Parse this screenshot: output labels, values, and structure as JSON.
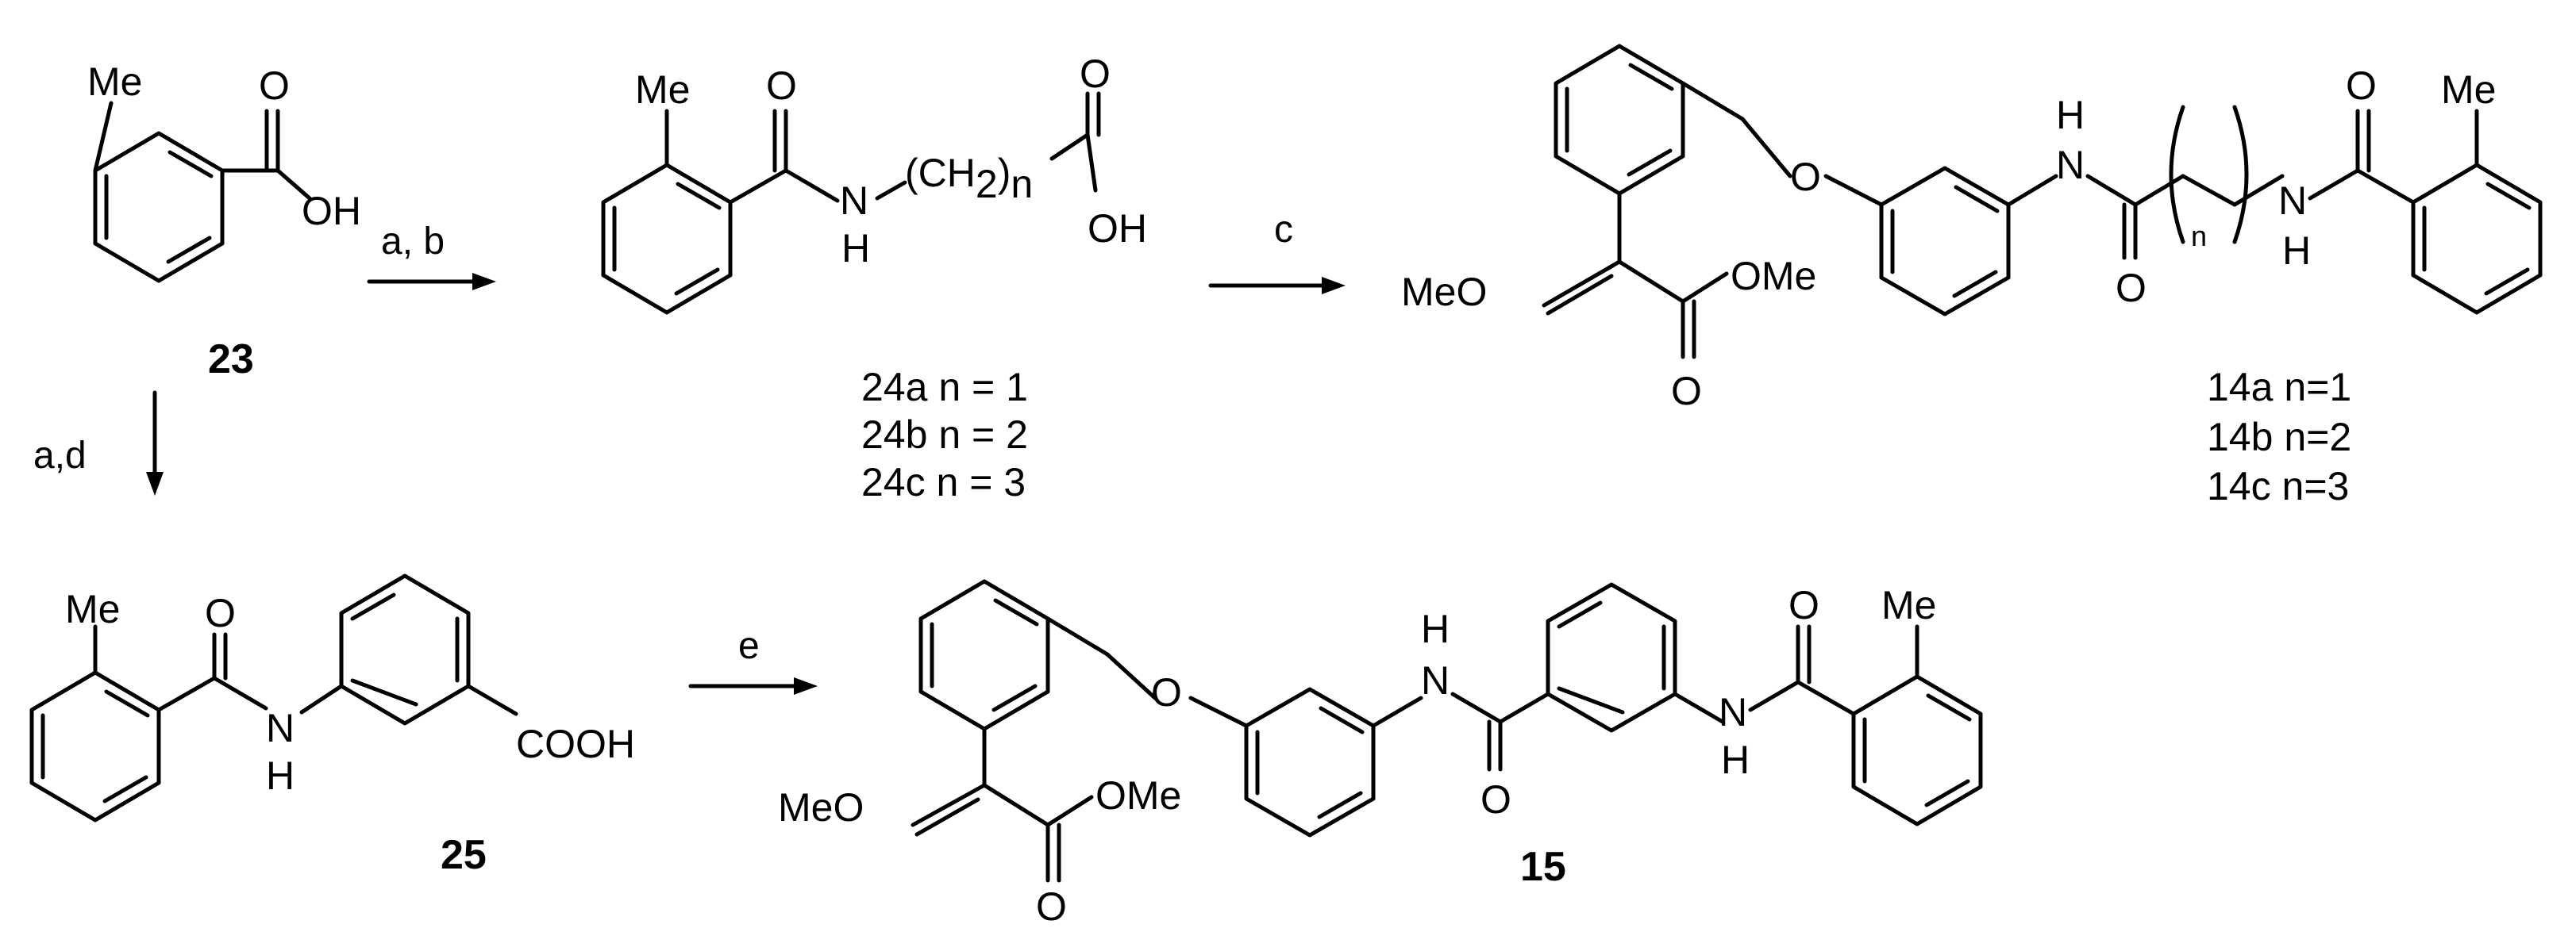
{
  "atoms": {
    "me": "Me",
    "o": "O",
    "oh": "OH",
    "h": "H",
    "n": "N",
    "meo": "MeO",
    "ome": "OMe",
    "cooh": "COOH",
    "ch2_open": "(CH",
    "ch2_sub": "2",
    "ch2_close": ")",
    "n_sub": "n",
    "n_small": "n"
  },
  "conditions": {
    "ab": "a, b",
    "c": "c",
    "ad": "a,d",
    "e": "e"
  },
  "compounds": {
    "c23": "23",
    "c25": "25",
    "c15": "15",
    "c24a_id": "24a",
    "c24a_n": " n = 1",
    "c24b_id": "24b",
    "c24b_n": " n = 2",
    "c24c_id": "24c",
    "c24c_n": " n = 3",
    "c14a_id": "14a",
    "c14a_n": " n=1",
    "c14b_id": "14b",
    "c14b_n": " n=2",
    "c14c_id": "14c",
    "c14c_n": " n=3"
  }
}
